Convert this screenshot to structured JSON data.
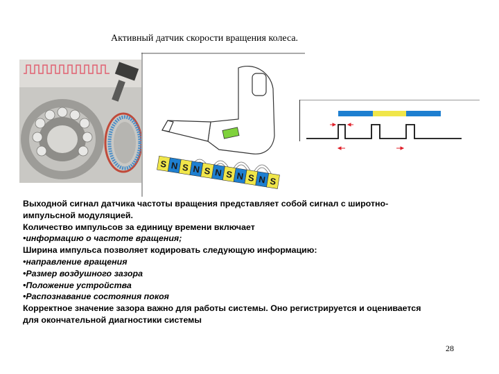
{
  "slide": {
    "title": "Активный датчик скорости вращения колеса.",
    "page_number": "28"
  },
  "figure": {
    "magnet_letters": [
      "S",
      "N",
      "S",
      "N",
      "S",
      "N",
      "S",
      "N",
      "S",
      "N",
      "S"
    ],
    "colors": {
      "blue_segment": "#1e7fd0",
      "yellow_segment": "#f0e64a",
      "arrow_red": "#e0202a",
      "sensor_green": "#7fd23c",
      "pulse_pink": "#e06070"
    }
  },
  "text": {
    "line1": "Выходной сигнал датчика частоты вращения представляет собой сигнал с широтно-",
    "line2": "импульсной модуляцией.",
    "line3": "Количество импульсов за единицу времени включает",
    "item1": "информацию о частоте вращения;",
    "line5": "Ширина импульса позволяет кодировать следующую информацию:",
    "item2": "направление вращения",
    "item3": "Размер воздушного зазора",
    "item4": "Положение устройства",
    "item5": "Распознавание состояния покоя",
    "line10": "Корректное значение зазора важно для работы системы. Оно регистрируется и оценивается",
    "line11": "для окончательной диагностики системы"
  }
}
